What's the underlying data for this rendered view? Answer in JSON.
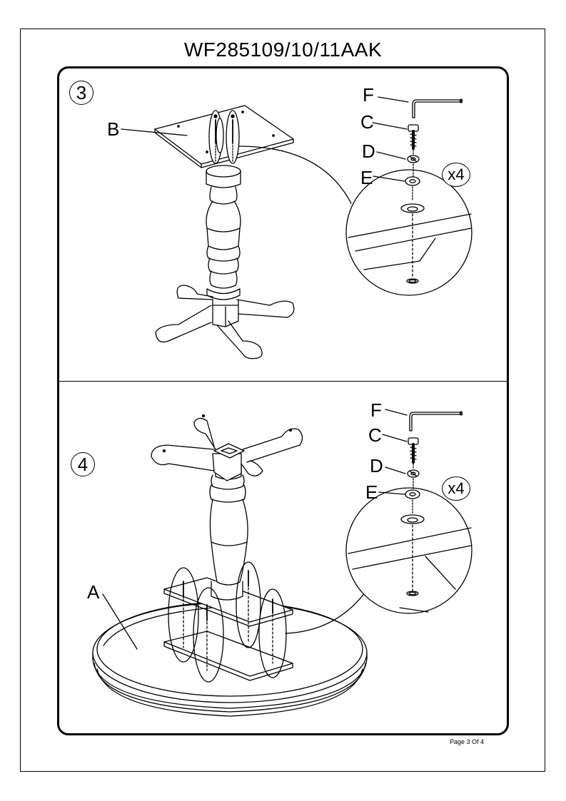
{
  "page": {
    "model": "WF285109/10/11AAK",
    "page_number": "Page 3 Of 4"
  },
  "steps": [
    {
      "number": "3",
      "parts": {
        "B": "B",
        "F": "F",
        "C": "C",
        "D": "D",
        "E": "E"
      },
      "quantity": "x4"
    },
    {
      "number": "4",
      "parts": {
        "A": "A",
        "F": "F",
        "C": "C",
        "D": "D",
        "E": "E"
      },
      "quantity": "x4"
    }
  ]
}
